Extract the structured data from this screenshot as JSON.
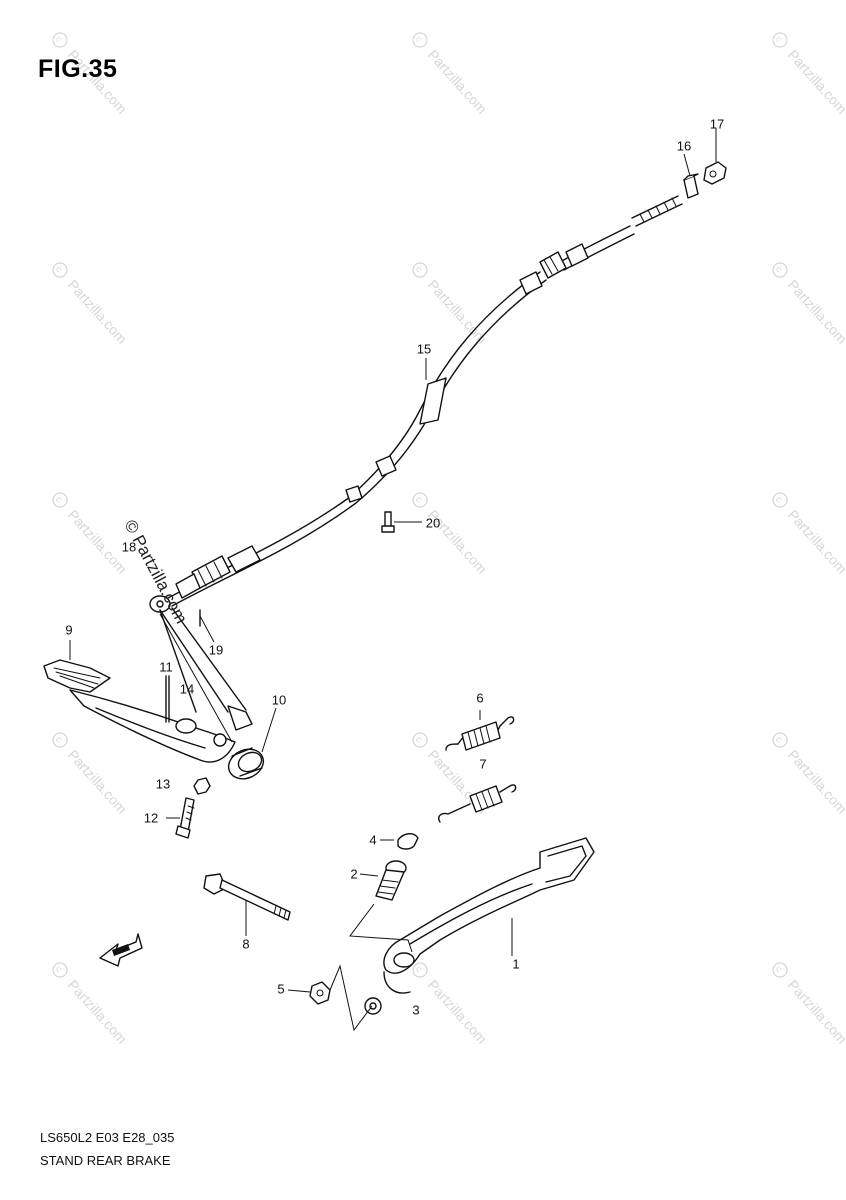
{
  "figure": {
    "title": "FIG.35",
    "model_code": "LS650L2 E03 E28_035",
    "caption": "STAND REAR BRAKE"
  },
  "watermark": {
    "text": "Partzilla.com",
    "symbol": "©",
    "side_text": "© Partzilla.com"
  },
  "callouts": {
    "c1": "1",
    "c2": "2",
    "c3": "3",
    "c4": "4",
    "c5": "5",
    "c6": "6",
    "c7": "7",
    "c8": "8",
    "c9": "9",
    "c10": "10",
    "c11": "11",
    "c12": "12",
    "c13": "13",
    "c14": "14",
    "c15": "15",
    "c16": "16",
    "c17": "17",
    "c18": "18",
    "c19": "19",
    "c20": "20"
  },
  "direction_arrow": {
    "icon": "forward-arrow-icon"
  }
}
